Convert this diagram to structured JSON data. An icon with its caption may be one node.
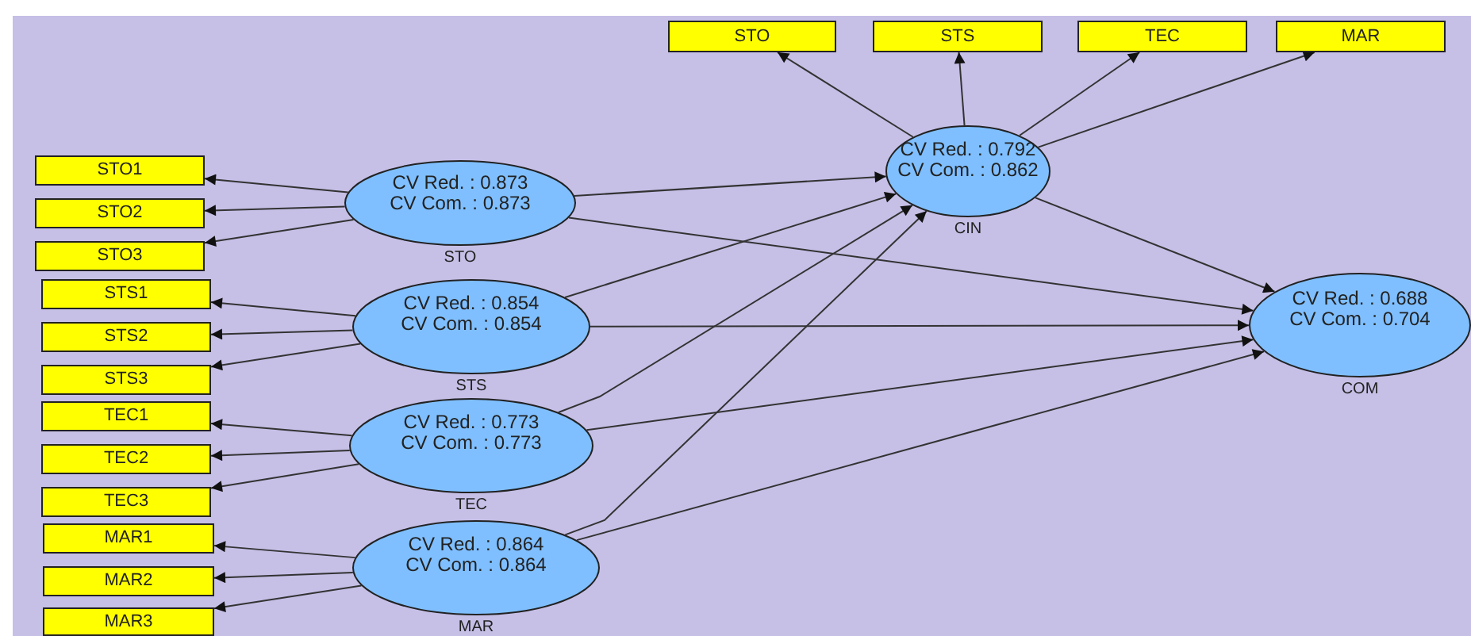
{
  "diagram": {
    "nodes": [
      {
        "text": [
          "STO"
        ]
      },
      {
        "text": [
          "STS"
        ]
      },
      {
        "text": [
          "TEC"
        ]
      },
      {
        "text": [
          "MAR"
        ]
      },
      {
        "text": [
          "CV Red. : 0.792",
          "CV Com. : 0.862"
        ],
        "beside": [
          "CIN"
        ]
      },
      {
        "text": [
          "STO1"
        ]
      },
      {
        "text": [
          "STO2"
        ]
      },
      {
        "text": [
          "STO3"
        ]
      },
      {
        "text": [
          "CV Red. : 0.873",
          "CV Com. : 0.873"
        ],
        "beside": [
          "STO"
        ]
      },
      {
        "text": [
          "STS1"
        ]
      },
      {
        "text": [
          "STS2"
        ]
      },
      {
        "text": [
          "STS3"
        ]
      },
      {
        "text": [
          "CV Red. : 0.854",
          "CV Com. : 0.854"
        ],
        "beside": [
          "STS"
        ]
      },
      {
        "text": [
          "CV Red. : 0.688",
          "CV Com. : 0.704"
        ],
        "beside": [
          "COM"
        ]
      },
      {
        "text": [
          "TEC1"
        ]
      },
      {
        "text": [
          "TEC2"
        ]
      },
      {
        "text": [
          "TEC3"
        ]
      },
      {
        "text": [
          "CV Red. : 0.773",
          "CV Com. : 0.773"
        ],
        "beside": [
          "TEC"
        ]
      },
      {
        "text": [
          "MAR1"
        ]
      },
      {
        "text": [
          "MAR2"
        ]
      },
      {
        "text": [
          "MAR3"
        ]
      },
      {
        "text": [
          "CV Red. : 0.864",
          "CV Com. : 0.864"
        ],
        "beside": [
          "MAR"
        ]
      }
    ],
    "edges": [
      {
        "from": 4,
        "to": 0,
        "arrow": "to"
      },
      {
        "from": 4,
        "to": 1,
        "arrow": "to"
      },
      {
        "from": 4,
        "to": 2,
        "arrow": "to"
      },
      {
        "from": 4,
        "to": 3,
        "arrow": "to"
      },
      {
        "from": 8,
        "to": 5,
        "arrow": "to"
      },
      {
        "from": 8,
        "to": 6,
        "arrow": "to"
      },
      {
        "from": 8,
        "to": 7,
        "arrow": "to"
      },
      {
        "from": 12,
        "to": 9,
        "arrow": "to"
      },
      {
        "from": 12,
        "to": 10,
        "arrow": "to"
      },
      {
        "from": 12,
        "to": 11,
        "arrow": "to"
      },
      {
        "from": 17,
        "to": 14,
        "arrow": "to"
      },
      {
        "from": 17,
        "to": 15,
        "arrow": "to"
      },
      {
        "from": 17,
        "to": 16,
        "arrow": "to"
      },
      {
        "from": 21,
        "to": 18,
        "arrow": "to"
      },
      {
        "from": 21,
        "to": 19,
        "arrow": "to"
      },
      {
        "from": 21,
        "to": 20,
        "arrow": "to"
      },
      {
        "from": 8,
        "to": 4,
        "arrow": "to"
      },
      {
        "from": 12,
        "to": 4,
        "arrow": "to"
      },
      {
        "from": 17,
        "to": 4,
        "arrow": "to"
      },
      {
        "from": 21,
        "to": 4,
        "arrow": "to"
      },
      {
        "from": 8,
        "to": 13,
        "arrow": "to"
      },
      {
        "from": 12,
        "to": 13,
        "arrow": "to"
      },
      {
        "from": 17,
        "to": 13,
        "arrow": "to"
      },
      {
        "from": 21,
        "to": 13,
        "arrow": "to"
      },
      {
        "from": 4,
        "to": 13,
        "arrow": "to"
      }
    ]
  }
}
